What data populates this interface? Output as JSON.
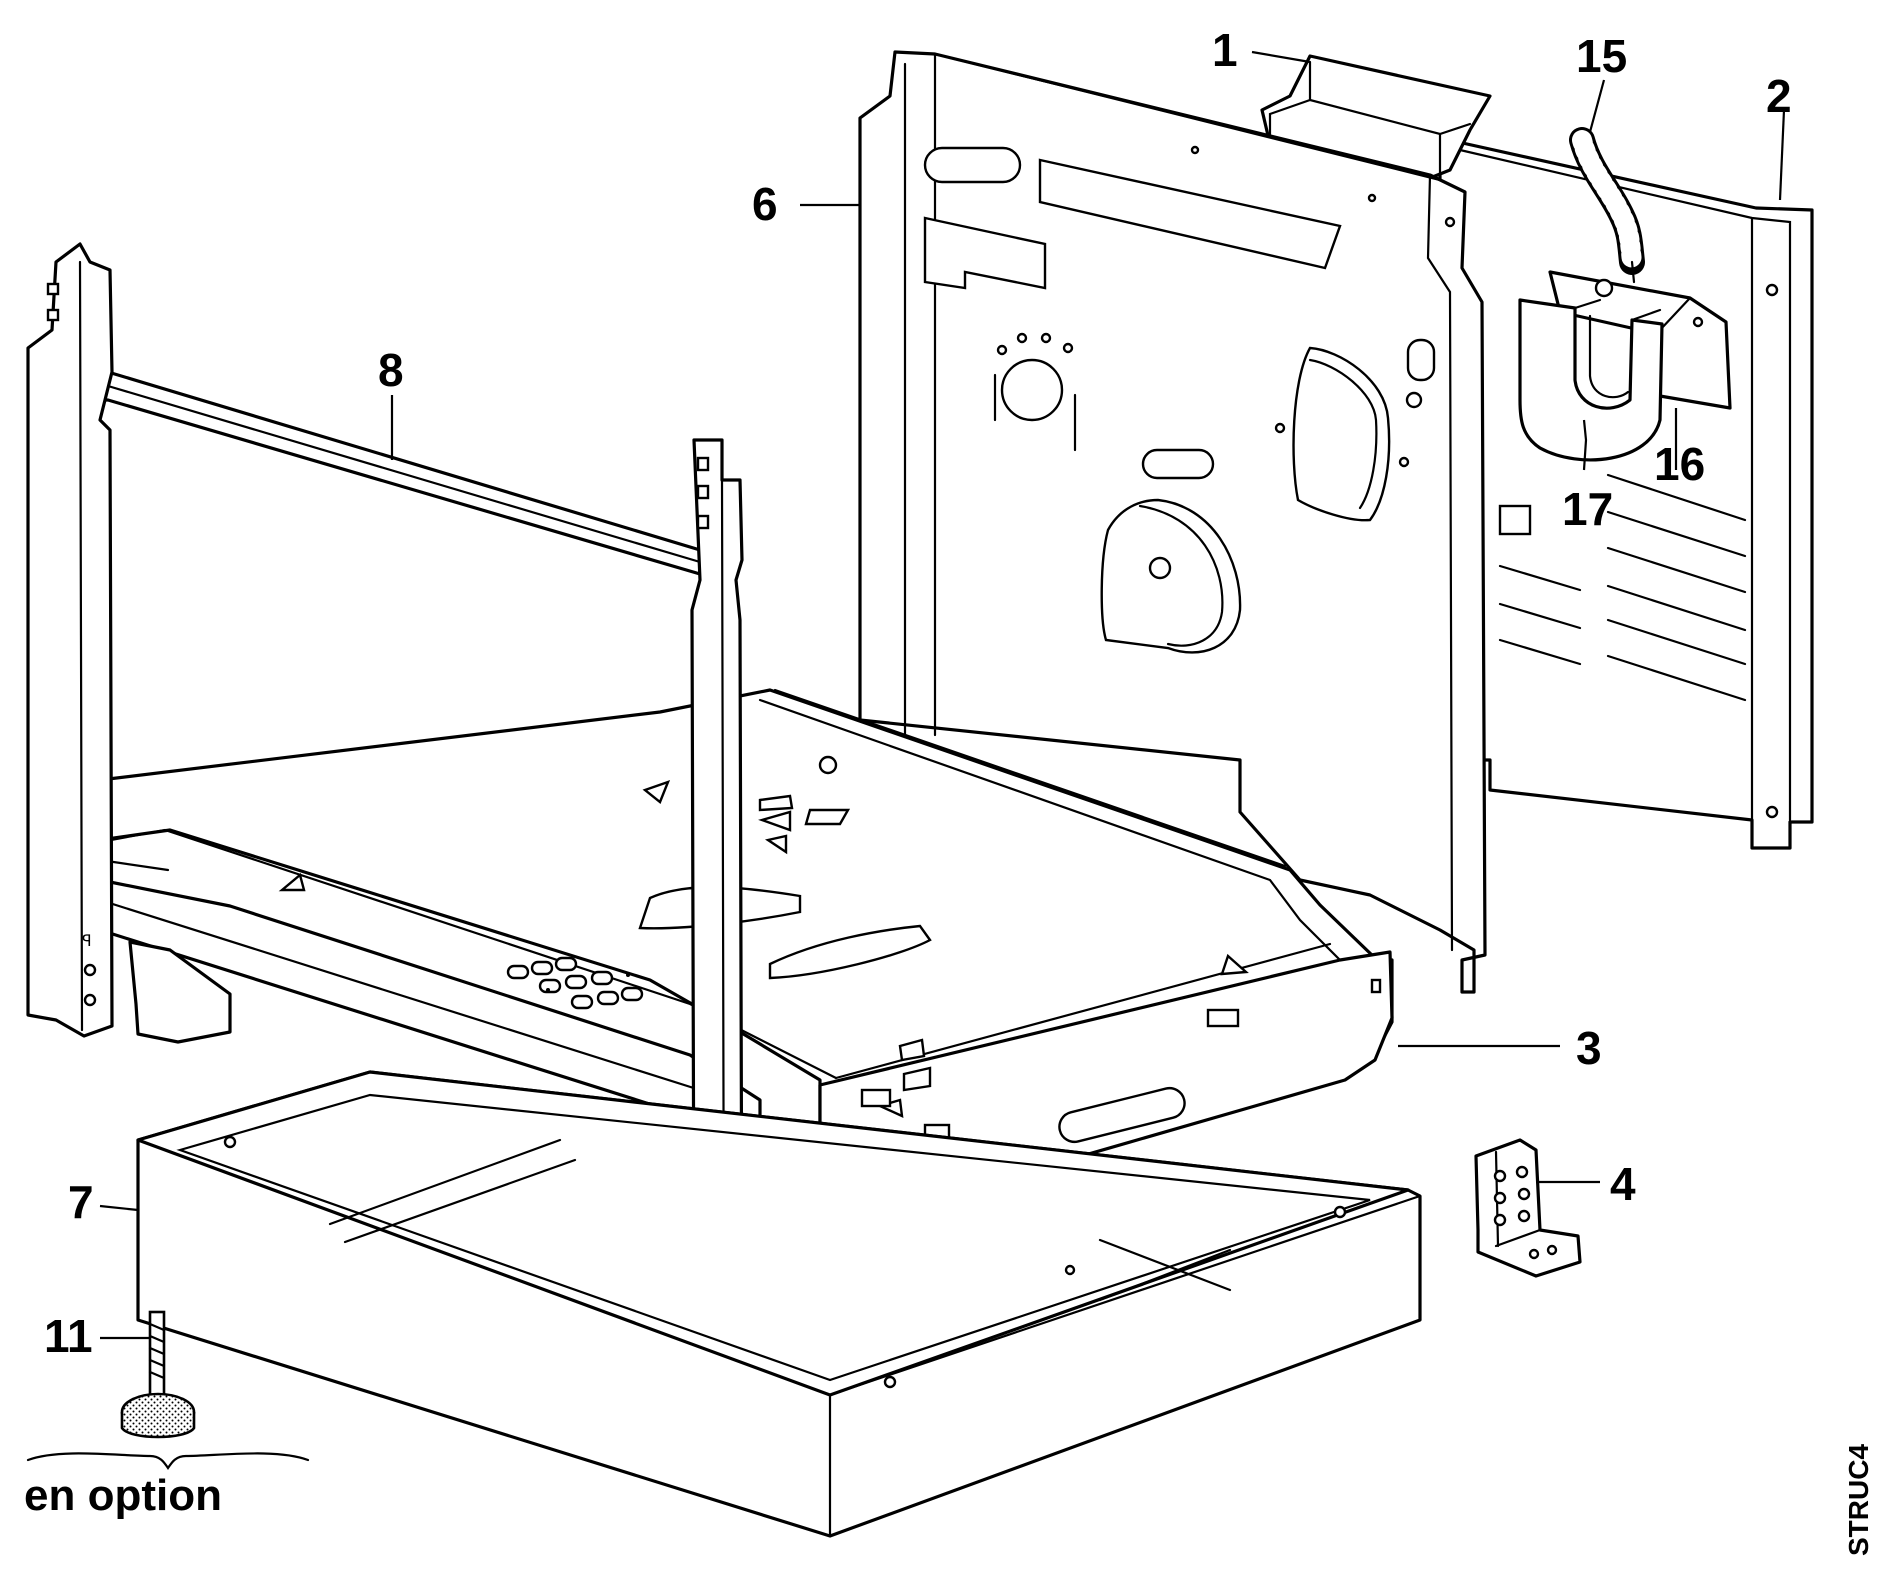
{
  "callouts": [
    {
      "id": "1",
      "label": "1"
    },
    {
      "id": "2",
      "label": "2"
    },
    {
      "id": "3",
      "label": "3"
    },
    {
      "id": "4",
      "label": "4"
    },
    {
      "id": "6",
      "label": "6"
    },
    {
      "id": "7",
      "label": "7"
    },
    {
      "id": "8",
      "label": "8"
    },
    {
      "id": "11",
      "label": "11"
    },
    {
      "id": "15",
      "label": "15"
    },
    {
      "id": "16",
      "label": "16"
    },
    {
      "id": "17",
      "label": "17"
    }
  ],
  "option_caption": "en option",
  "figure_code": "STRUC4"
}
